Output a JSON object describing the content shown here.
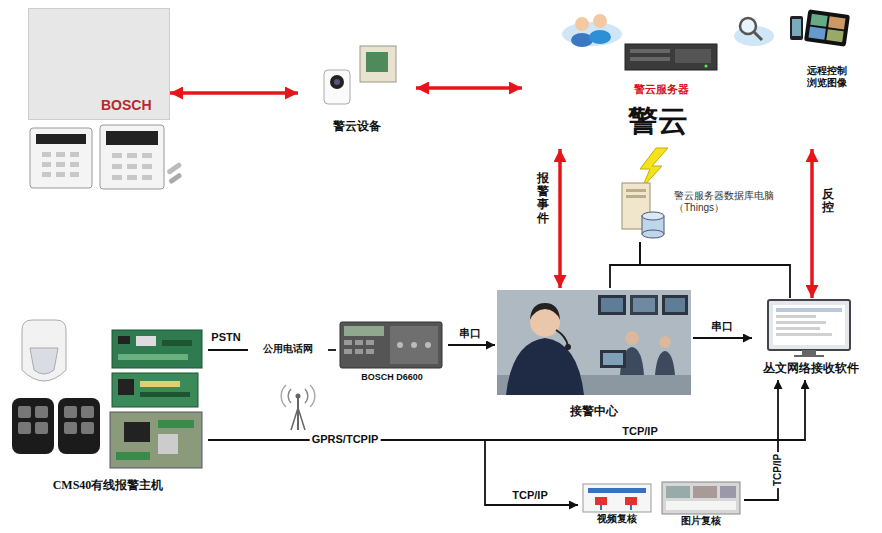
{
  "diagram": {
    "nodes": [
      {
        "text": [
          "BOSCH"
        ]
      },
      {
        "text": [
          "警云设备"
        ]
      },
      {
        "text": [
          "警云服务器",
          "警云",
          "远程控制 浏览图像"
        ]
      },
      {
        "text": [
          "警云服务器数据库电脑（Things）"
        ]
      },
      {
        "text": [
          "公用电话网"
        ]
      },
      {
        "text": [
          "BOSCH D6600"
        ]
      },
      {
        "text": [
          "接警中心"
        ]
      },
      {
        "text": [
          "丛文网络接收软件"
        ]
      },
      {
        "text": [
          "CMS40有线报警主机"
        ]
      },
      {
        "text": [
          "视频复核"
        ]
      },
      {
        "text": [
          "图片复核"
        ]
      }
    ],
    "edges": [
      {
        "from": 0,
        "to": 1,
        "arrow": "both"
      },
      {
        "from": 1,
        "to": 2,
        "arrow": "both"
      },
      {
        "from": 2,
        "to": 6,
        "label": "报警事件",
        "arrow": "both"
      },
      {
        "from": 2,
        "to": 7,
        "label": "反控",
        "arrow": "both"
      },
      {
        "from": 3,
        "to": 6,
        "arrow": "none"
      },
      {
        "from": 3,
        "to": 7,
        "arrow": "none"
      },
      {
        "from": 8,
        "to": 4,
        "label": "PSTN",
        "arrow": "none"
      },
      {
        "from": 4,
        "to": 5,
        "arrow": "none"
      },
      {
        "from": 5,
        "to": 6,
        "label": "串口",
        "arrow": "to"
      },
      {
        "from": 6,
        "to": 7,
        "label": "串口",
        "arrow": "to"
      },
      {
        "from": 8,
        "to": 7,
        "label": "GPRS/TCPIP",
        "arrow": "to"
      },
      {
        "from": 8,
        "to": 9,
        "label": "TCP/IP",
        "arrow": "to"
      },
      {
        "from": 10,
        "to": 7,
        "label": "TCP/IP",
        "arrow": "to"
      }
    ],
    "labels": [
      "TCP/IP"
    ]
  }
}
